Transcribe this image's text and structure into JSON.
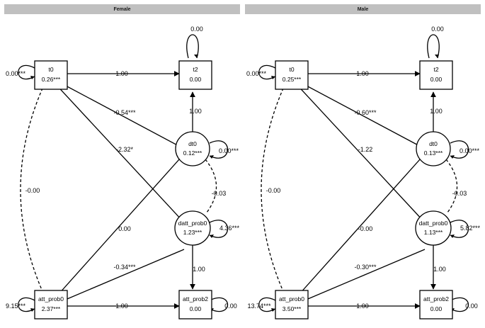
{
  "panels": [
    {
      "header": "Female",
      "nodes": {
        "t0": {
          "name": "t0",
          "value": "0.26***",
          "var": "0.00***"
        },
        "t2": {
          "name": "t2",
          "value": "0.00",
          "var": "0.00"
        },
        "dt0": {
          "name": "dt0",
          "value": "0.12***",
          "var": "0.00***"
        },
        "datt_prob0": {
          "name": "datt_prob0",
          "value": "1.23***",
          "var": "4.36***"
        },
        "att_prob0": {
          "name": "att_prob0",
          "value": "2.37***",
          "var": "9.15***"
        },
        "att_prob2": {
          "name": "att_prob2",
          "value": "0.00",
          "var": "0.00"
        }
      },
      "paths": {
        "t0_t2": "1.00",
        "t0_dt0": "-0.54***",
        "t0_datt": "-2.32*",
        "t0_att_cov": "-0.00",
        "dt0_t2": "1.00",
        "dt0_datt_cov": "-0.03",
        "att_dt0": "0.00",
        "att_datt": "-0.34***",
        "att_att2": "1.00",
        "datt_att2": "1.00"
      }
    },
    {
      "header": "Male",
      "nodes": {
        "t0": {
          "name": "t0",
          "value": "0.25***",
          "var": "0.00***"
        },
        "t2": {
          "name": "t2",
          "value": "0.00",
          "var": "0.00"
        },
        "dt0": {
          "name": "dt0",
          "value": "0.13***",
          "var": "0.00***"
        },
        "datt_prob0": {
          "name": "datt_prob0",
          "value": "1.13***",
          "var": "5.82***"
        },
        "att_prob0": {
          "name": "att_prob0",
          "value": "3.50***",
          "var": "13.74***"
        },
        "att_prob2": {
          "name": "att_prob2",
          "value": "0.00",
          "var": "0.00"
        }
      },
      "paths": {
        "t0_t2": "1.00",
        "t0_dt0": "-0.60***",
        "t0_datt": "-1.22",
        "t0_att_cov": "-0.00",
        "dt0_t2": "1.00",
        "dt0_datt_cov": "-0.03",
        "att_dt0": "-0.00",
        "att_datt": "-0.30***",
        "att_att2": "1.00",
        "datt_att2": "1.00"
      }
    }
  ]
}
